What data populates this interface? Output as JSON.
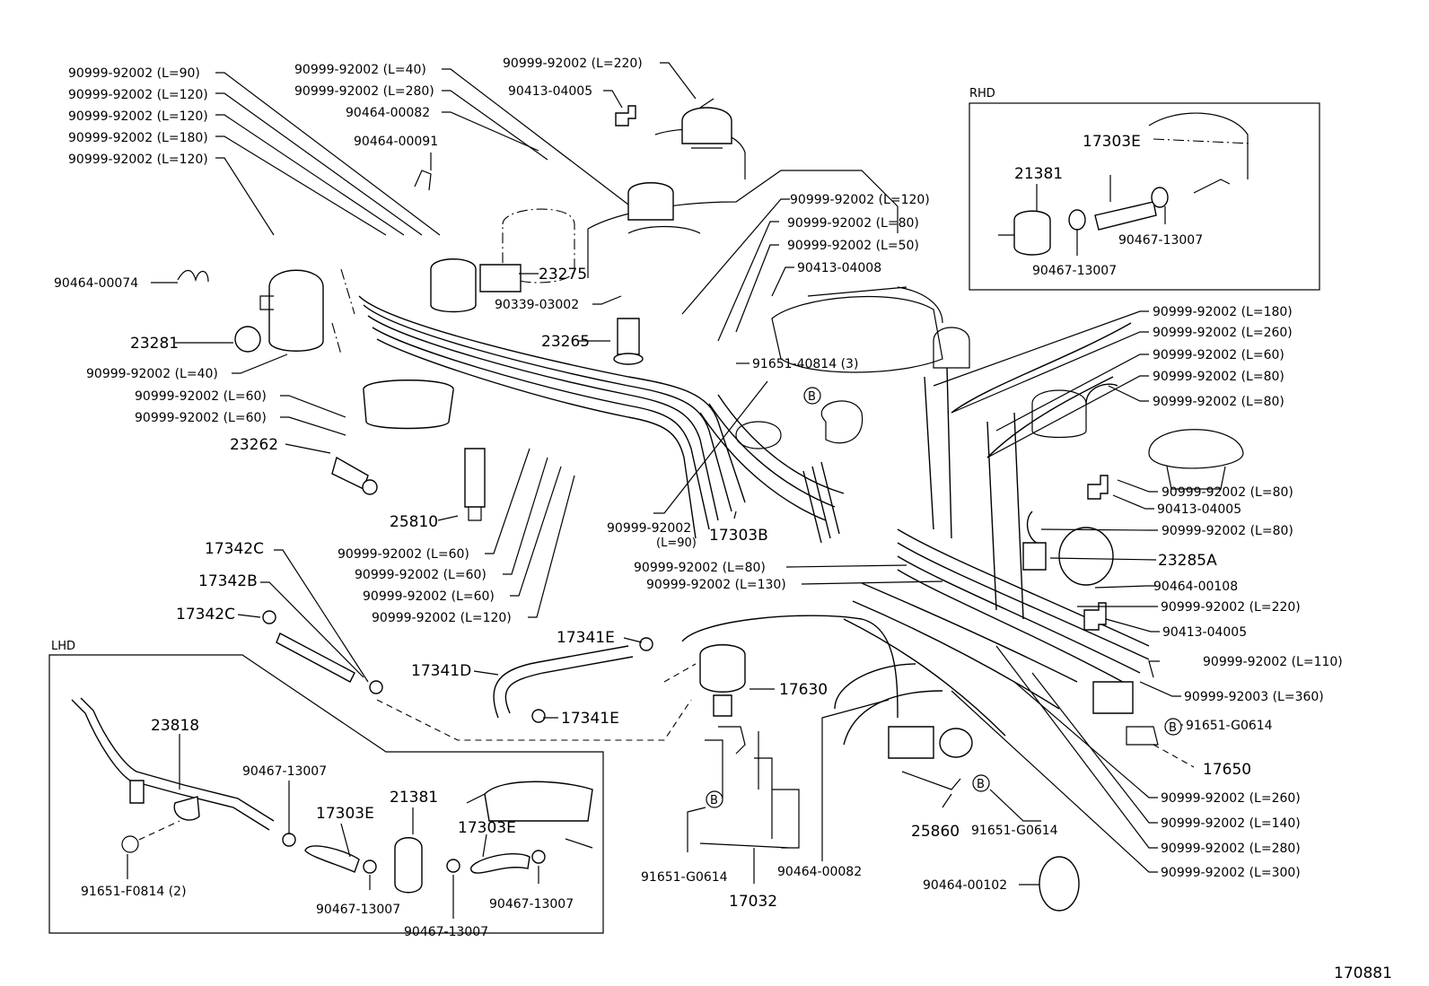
{
  "diagram_id": "170881",
  "sections": {
    "rhd": "RHD",
    "lhd": "LHD"
  },
  "circle_marker": "B",
  "labels": {
    "l01": "90999-92002 (L=90)",
    "l02": "90999-92002 (L=120)",
    "l03": "90999-92002 (L=120)",
    "l04": "90999-92002 (L=180)",
    "l05": "90999-92002 (L=120)",
    "l06": "90464-00074",
    "l07": "23281",
    "l08": "90999-92002 (L=40)",
    "l09": "90999-92002 (L=60)",
    "l10": "90999-92002 (L=60)",
    "l11": "23262",
    "l12": "90999-92002 (L=40)",
    "l13": "90999-92002 (L=280)",
    "l14": "90464-00082",
    "l15": "90464-00091",
    "l16": "90999-92002 (L=220)",
    "l17": "90413-04005",
    "l18": "23275",
    "l19": "90339-03002",
    "l20": "23265",
    "l21": "90999-92002 (L=120)",
    "l22": "90999-92002 (L=80)",
    "l23": "90999-92002 (L=50)",
    "l24": "90413-04008",
    "l25": "91651-40814 (3)",
    "l26": "25810",
    "l27": "90999-92002 (L=60)",
    "l28": "90999-92002 (L=60)",
    "l29": "90999-92002 (L=60)",
    "l30": "90999-92002 (L=120)",
    "l31a": "90999-92002",
    "l31b": "(L=90)",
    "l32": "17303B",
    "l33": "90999-92002 (L=80)",
    "l34": "90999-92002 (L=130)",
    "l35": "17342C",
    "l36": "17342B",
    "l37": "17342C",
    "l38": "17341E",
    "l39": "17341D",
    "l40": "17341E",
    "l41": "17630",
    "l42": "90999-92002 (L=180)",
    "l43": "90999-92002 (L=260)",
    "l44": "90999-92002 (L=60)",
    "l45": "90999-92002 (L=80)",
    "l46": "90999-92002 (L=80)",
    "l47": "90999-92002 (L=80)",
    "l48": "90413-04005",
    "l49": "90999-92002 (L=80)",
    "l50": "23285A",
    "l51": "90464-00108",
    "l52": "90999-92002 (L=220)",
    "l53": "90413-04005",
    "l54": "90999-92002 (L=110)",
    "l55": "90999-92003 (L=360)",
    "l56": "91651-G0614",
    "l57": "17650",
    "l58": "90999-92002 (L=260)",
    "l59": "90999-92002 (L=140)",
    "l60": "90999-92002 (L=280)",
    "l61": "90999-92002 (L=300)",
    "l62": "25860",
    "l63": "91651-G0614",
    "l64": "90464-00102",
    "l65": "91651-G0614",
    "l66": "17032",
    "l67": "90464-00082",
    "r01": "17303E",
    "r02": "21381",
    "r03": "90467-13007",
    "r04": "90467-13007",
    "h01": "23818",
    "h02": "90467-13007",
    "h03": "17303E",
    "h04": "21381",
    "h05": "17303E",
    "h06": "91651-F0814 (2)",
    "h07": "90467-13007",
    "h08": "90467-13007",
    "h09": "90467-13007"
  }
}
